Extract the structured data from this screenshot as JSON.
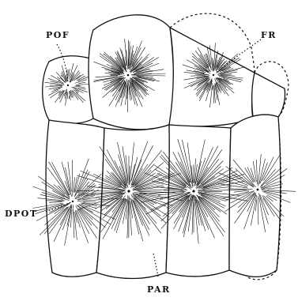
{
  "labels": {
    "pof": "POF",
    "fr": "FR",
    "dpot": "DPOT",
    "par": "PAR"
  },
  "colors": {
    "ink": "#111111",
    "paper": "#ffffff"
  }
}
